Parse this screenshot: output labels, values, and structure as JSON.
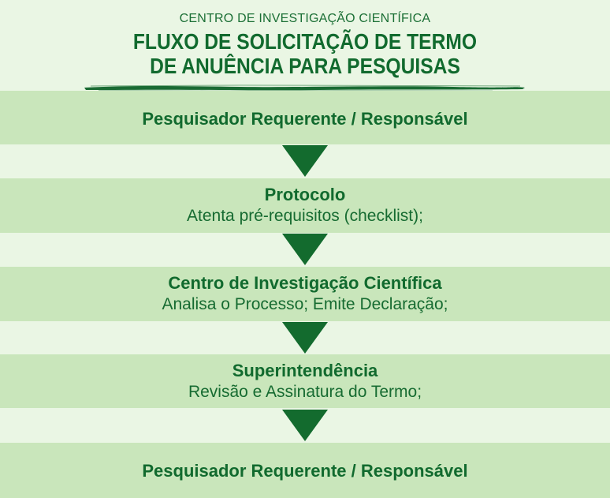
{
  "header": {
    "supertitle": "CENTRO DE INVESTIGAÇÃO CIENTÍFICA",
    "title_line1": "FLUXO DE SOLICITAÇÃO DE TERMO",
    "title_line2": "DE ANUÊNCIA PARA PESQUISAS"
  },
  "steps": [
    {
      "title": "Pesquisador Requerente / Responsável",
      "subtitle": ""
    },
    {
      "title": "Protocolo",
      "subtitle": "Atenta pré-requisitos (checklist);"
    },
    {
      "title": "Centro de Investigação Científica",
      "subtitle": "Analisa o Processo; Emite Declaração;"
    },
    {
      "title": "Superintendência",
      "subtitle": "Revisão e Assinatura do Termo;"
    },
    {
      "title": "Pesquisador Requerente / Responsável",
      "subtitle": ""
    }
  ],
  "colors": {
    "background": "#eaf6e4",
    "band": "#c9e6bb",
    "text": "#116a2e",
    "arrow": "#136b2e"
  },
  "icons": {
    "arrow": "down-triangle-arrow",
    "underline": "brush-stroke"
  }
}
